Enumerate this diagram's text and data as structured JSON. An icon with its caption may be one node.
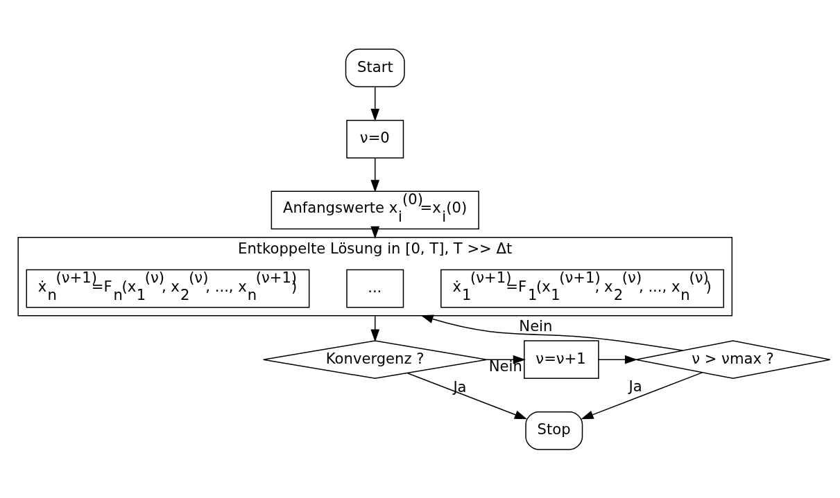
{
  "diagram": {
    "nodes": [
      {
        "text": [
          "Start"
        ]
      },
      {
        "text": [
          "ν=0"
        ]
      },
      {
        "text": [
          "Anfangswerte x$_{i}$$^{(0)}$=x$_{i}$(0)"
        ]
      },
      {
        "text": [
          "Entkoppelte Lösung in [0, T], T >> Δt"
        ]
      },
      {
        "text": [
          "ẋ$_{1}$$^{(ν+1)}$=F$_{1}$(x$_{1}$$^{(ν+1)}$, x$_{2}$$^{(ν)}$, ..., x$_{n}$$^{(ν)}$)"
        ],
        "in": 3
      },
      {
        "text": [
          "..."
        ],
        "in": 3
      },
      {
        "text": [
          "ẋ$_{n}$$^{(ν+1)}$=F$_{n}$(x$_{1}$$^{(ν)}$, x$_{2}$$^{(ν)}$, ..., x$_{n}$$^{(ν+1)}$)"
        ],
        "in": 3
      },
      {
        "text": [
          "Konvergenz ?"
        ]
      },
      {
        "text": [
          "ν=ν+1"
        ]
      },
      {
        "text": [
          "ν > νmax ?"
        ]
      },
      {
        "text": [
          "Stop"
        ]
      }
    ],
    "edges": [
      {
        "from": 0,
        "to": 1,
        "arrow": "to"
      },
      {
        "from": 1,
        "to": 2,
        "arrow": "to"
      },
      {
        "from": 2,
        "to": 3,
        "arrow": "to"
      },
      {
        "from": 3,
        "to": 7,
        "arrow": "to"
      },
      {
        "from": 7,
        "to": 8,
        "arrow": "to",
        "label": "Nein"
      },
      {
        "from": 8,
        "to": 9,
        "arrow": "to"
      },
      {
        "from": 9,
        "to": 3,
        "arrow": "to",
        "label": "Nein"
      },
      {
        "from": 7,
        "to": 10,
        "arrow": "to",
        "label": "Ja"
      },
      {
        "from": 9,
        "to": 10,
        "arrow": "to",
        "label": "Ja"
      }
    ]
  }
}
